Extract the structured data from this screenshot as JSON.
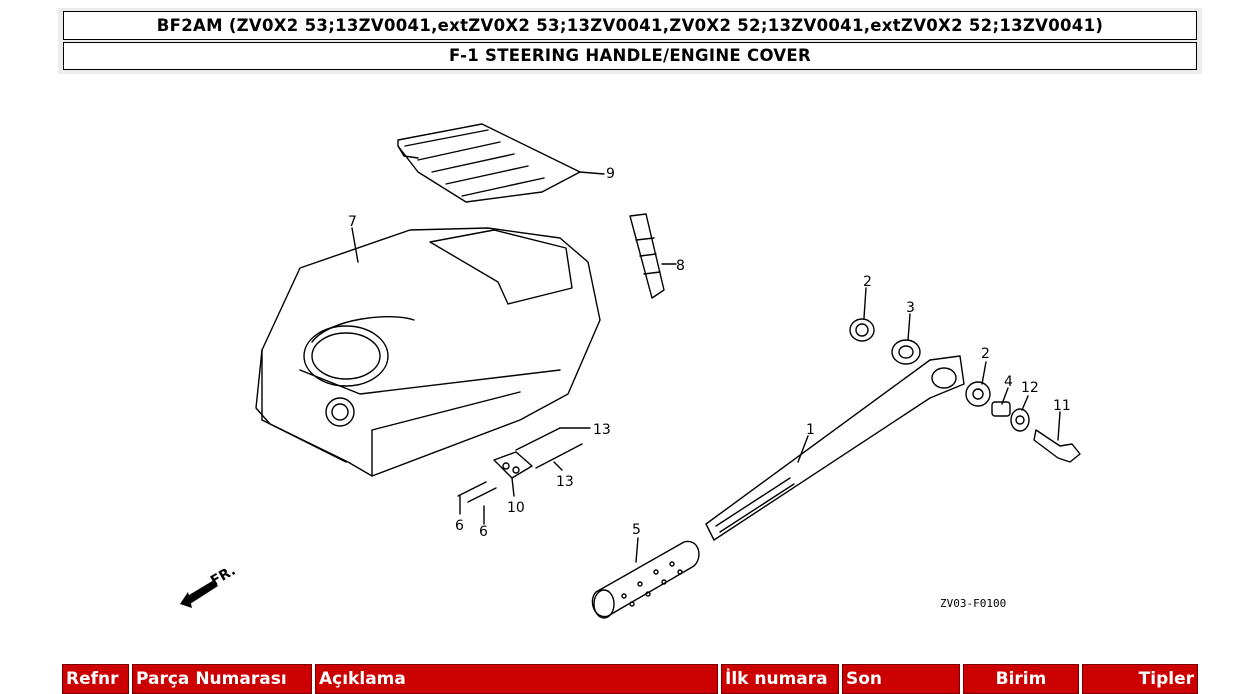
{
  "header": {
    "model_line": "BF2AM (ZV0X2 53;13ZV0041,extZV0X2 53;13ZV0041,ZV0X2 52;13ZV0041,extZV0X2 52;13ZV0041)",
    "section_line": "F-1 STEERING HANDLE/ENGINE COVER"
  },
  "diagram": {
    "callouts": [
      "1",
      "2",
      "2",
      "3",
      "4",
      "5",
      "6",
      "6",
      "7",
      "8",
      "9",
      "10",
      "11",
      "12",
      "13",
      "13"
    ],
    "front_marker": "FR.",
    "drawing_code": "ZV03-F0100"
  },
  "table": {
    "columns": [
      "Refnr",
      "Parça Numarası",
      "Açıklama",
      "İlk numara",
      "Son",
      "Birim",
      "Tipler"
    ]
  },
  "colors": {
    "header_bg": "#cc0000",
    "header_text": "#ffffff",
    "frame_bg": "#ececec"
  }
}
